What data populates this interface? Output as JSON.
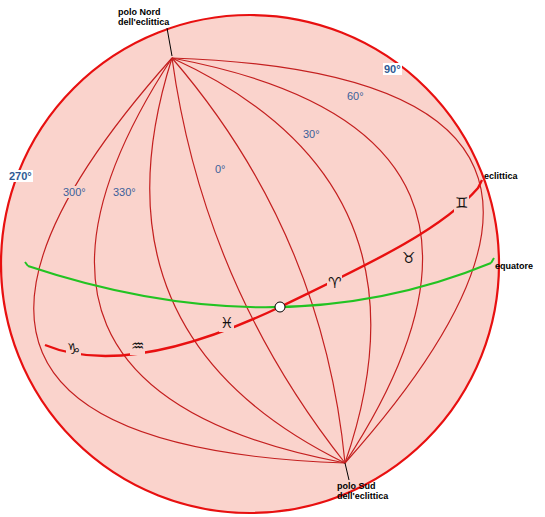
{
  "diagram": {
    "labels": [
      "polo Nord dell'eclittica",
      "polo Sud dell'eclittica",
      "eclittica",
      "equatore",
      "90°",
      "60°",
      "30°",
      "0°",
      "330°",
      "300°",
      "270°",
      "♑",
      "♒",
      "♓",
      "♈",
      "♉",
      "♊"
    ]
  }
}
